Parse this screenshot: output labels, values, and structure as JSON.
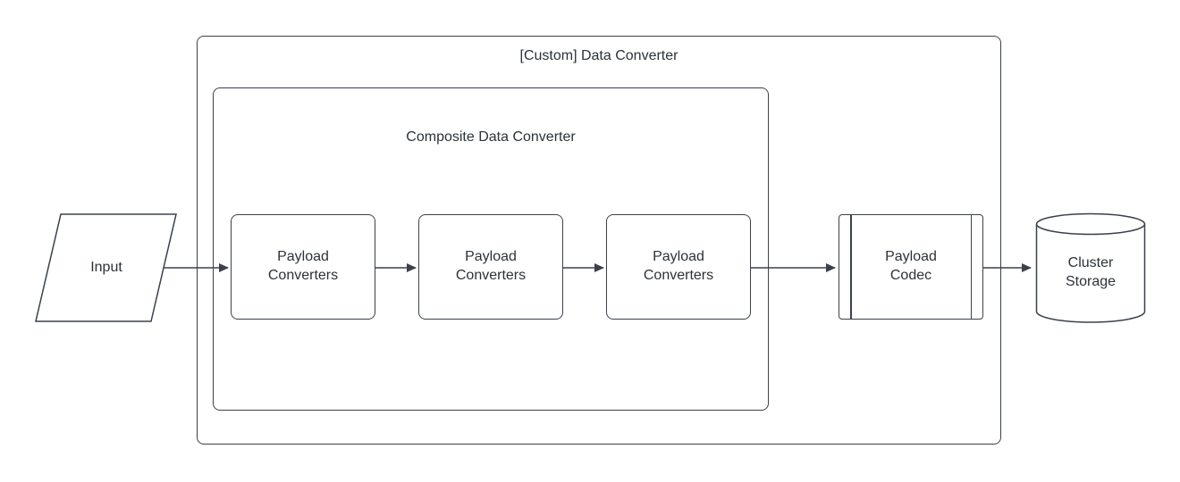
{
  "diagram": {
    "outer_container": {
      "label": "[Custom] Data Converter"
    },
    "composite_container": {
      "label": "Composite Data Converter"
    },
    "nodes": {
      "input": {
        "label": "Input",
        "shape": "parallelogram"
      },
      "payload_converters_1": {
        "label": "Payload Converters",
        "shape": "rounded-rectangle"
      },
      "payload_converters_2": {
        "label": "Payload Converters",
        "shape": "rounded-rectangle"
      },
      "payload_converters_3": {
        "label": "Payload Converters",
        "shape": "rounded-rectangle"
      },
      "payload_codec": {
        "label": "Payload Codec",
        "shape": "predefined-process"
      },
      "cluster_storage": {
        "label": "Cluster Storage",
        "shape": "cylinder"
      }
    },
    "connections": [
      {
        "from": "input",
        "to": "payload_converters_1"
      },
      {
        "from": "payload_converters_1",
        "to": "payload_converters_2"
      },
      {
        "from": "payload_converters_2",
        "to": "payload_converters_3"
      },
      {
        "from": "payload_converters_3",
        "to": "payload_codec"
      },
      {
        "from": "payload_codec",
        "to": "cluster_storage"
      }
    ],
    "colors": {
      "stroke": "#3a414b",
      "text": "#2b3238",
      "background": "#ffffff"
    }
  }
}
